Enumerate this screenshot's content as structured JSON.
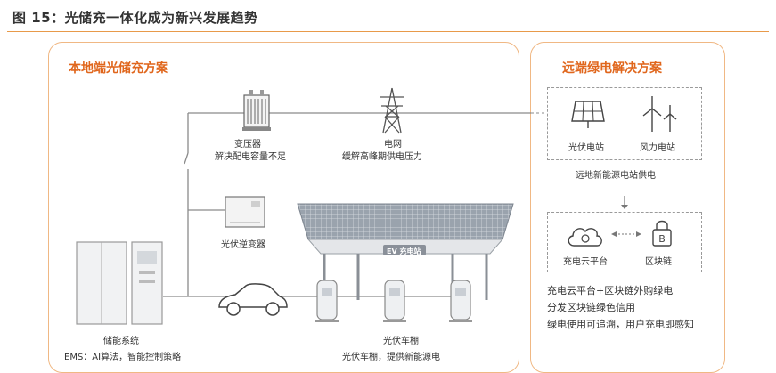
{
  "figure_title": "图 15：光储充一体化成为新兴发展趋势",
  "left_panel": {
    "title": "本地端光储充方案",
    "transformer": {
      "name": "变压器",
      "desc": "解决配电容量不足"
    },
    "grid": {
      "name": "电网",
      "desc": "缓解高峰期供电压力"
    },
    "inverter": {
      "name": "光伏逆变器"
    },
    "storage": {
      "name": "储能系统",
      "desc": "EMS：AI算法，智能控制策略"
    },
    "carport": {
      "name": "光伏车棚",
      "desc": "光伏车棚，提供新能源电",
      "brand": "EV 充电站"
    }
  },
  "right_panel": {
    "title": "远端绿电解决方案",
    "pv_station": "光伏电站",
    "wind_station": "风力电站",
    "remote_supply": "远地新能源电站供电",
    "cloud_platform": "充电云平台",
    "blockchain": "区块链",
    "notes": [
      "充电云平台+区块链外购绿电",
      "分发区块链绿色信用",
      "绿电使用可追溯，用户充电即感知"
    ]
  },
  "colors": {
    "accent": "#e0661c",
    "border": "#f0b884",
    "line": "#8a8a8a"
  }
}
